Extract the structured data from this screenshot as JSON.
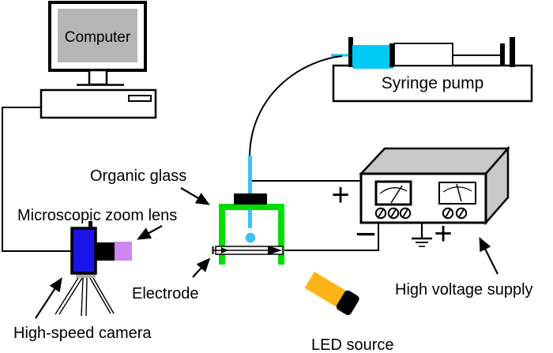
{
  "labels": {
    "computer": "Computer",
    "syringe_pump": "Syringe pump",
    "organic_glass": "Organic glass",
    "microscopic_zoom_lens": "Microscopic zoom lens",
    "electrode": "Electrode",
    "high_speed_camera": "High-speed camera",
    "led_source": "LED source",
    "high_voltage_supply": "High voltage supply"
  },
  "symbols": {
    "plus_needle_wire": "+",
    "minus_terminal": "−",
    "plus_terminal": "+"
  },
  "colors": {
    "syringe_fluid_cyan": "#00c9f5",
    "needle_droplet_cyan": "#3fc2f2",
    "frame_green": "#00dd00",
    "camera_blue": "#1c13e8",
    "lens_purple": "#cc87f2",
    "led_yellow": "#fdb515",
    "screen_gray": "#b5b5b5",
    "supply_gray": "#c9c9c9"
  }
}
